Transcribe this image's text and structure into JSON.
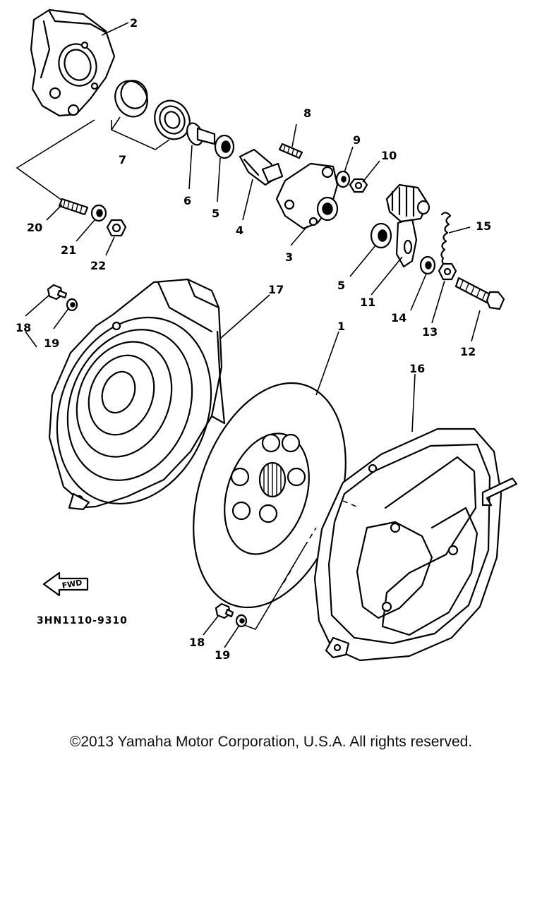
{
  "diagram": {
    "drawing_code": "3HN1110-9310",
    "fwd_label": "FWD",
    "callouts": [
      "1",
      "2",
      "3",
      "4",
      "5",
      "5",
      "6",
      "7",
      "8",
      "9",
      "10",
      "11",
      "12",
      "13",
      "14",
      "15",
      "16",
      "17",
      "18",
      "18",
      "19",
      "19",
      "20",
      "21",
      "22"
    ]
  },
  "footer": {
    "copyright": "©2013 Yamaha Motor Corporation, U.S.A. All rights reserved."
  },
  "colors": {
    "ink": "#000000",
    "paper": "#ffffff"
  }
}
